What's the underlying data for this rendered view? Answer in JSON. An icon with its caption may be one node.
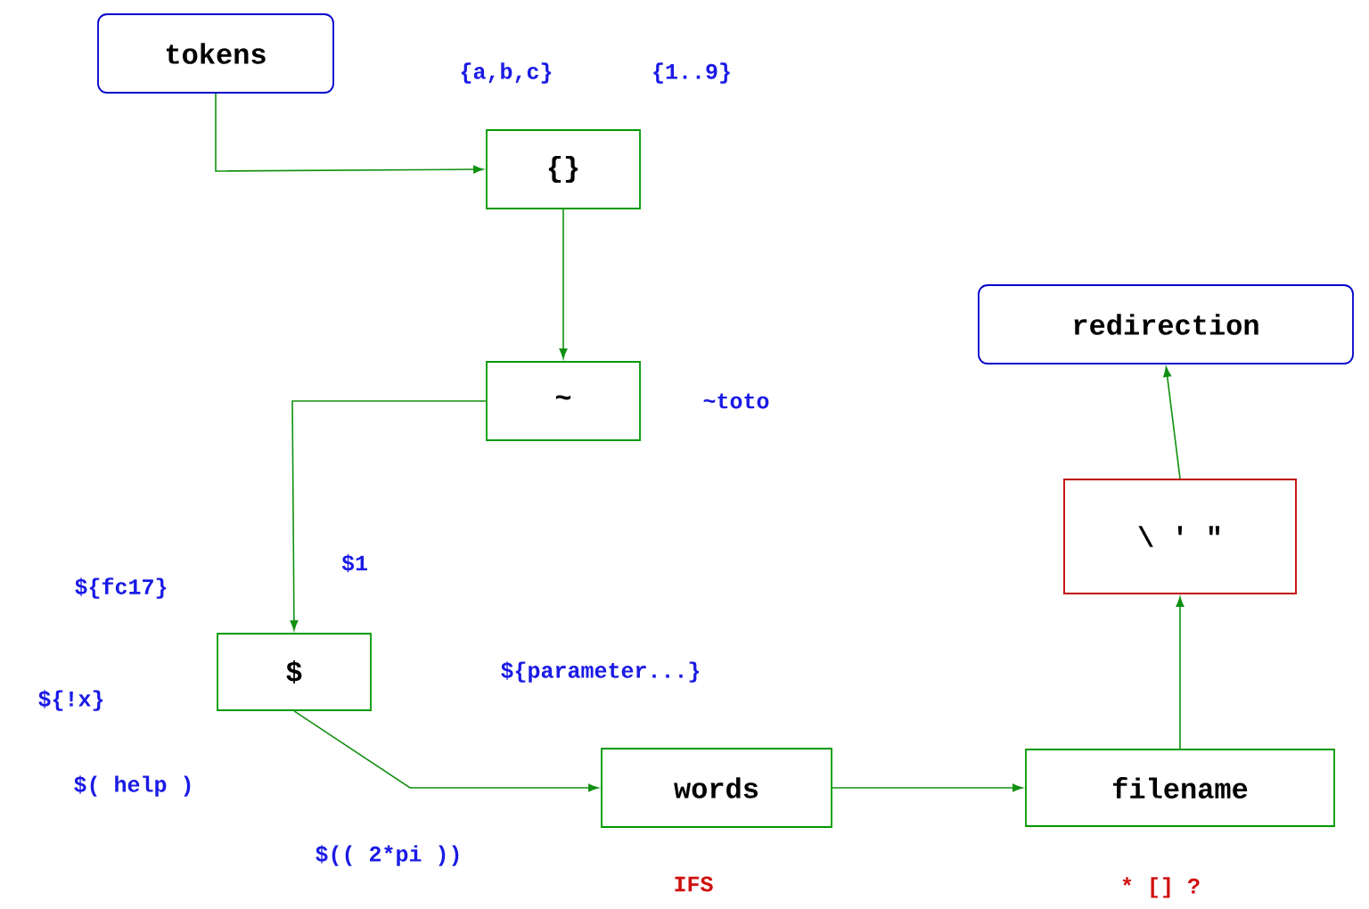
{
  "diagram": {
    "nodes": [
      {
        "text": [
          "tokens"
        ]
      },
      {
        "text": [
          "{}"
        ]
      },
      {
        "text": [
          "~"
        ]
      },
      {
        "text": [
          "$"
        ]
      },
      {
        "text": [
          "words"
        ]
      },
      {
        "text": [
          "filename"
        ]
      },
      {
        "text": [
          "\\ ' \""
        ]
      },
      {
        "text": [
          "redirection"
        ]
      }
    ],
    "edges": [
      {
        "from": 0,
        "to": 1,
        "arrow": "to"
      },
      {
        "from": 1,
        "to": 2,
        "arrow": "to"
      },
      {
        "from": 2,
        "to": 3,
        "arrow": "to"
      },
      {
        "from": 3,
        "to": 4,
        "arrow": "to"
      },
      {
        "from": 4,
        "to": 5,
        "arrow": "to"
      },
      {
        "from": 5,
        "to": 6,
        "arrow": "to"
      },
      {
        "from": 6,
        "to": 7,
        "arrow": "to"
      }
    ],
    "labels": [
      "{a,b,c}",
      "{1..9}",
      "~toto",
      "$1",
      "${fc17}",
      "${parameter...}",
      "${!x}",
      "$( help )",
      "$(( 2*pi ))",
      "IFS",
      "* [] ?"
    ]
  }
}
